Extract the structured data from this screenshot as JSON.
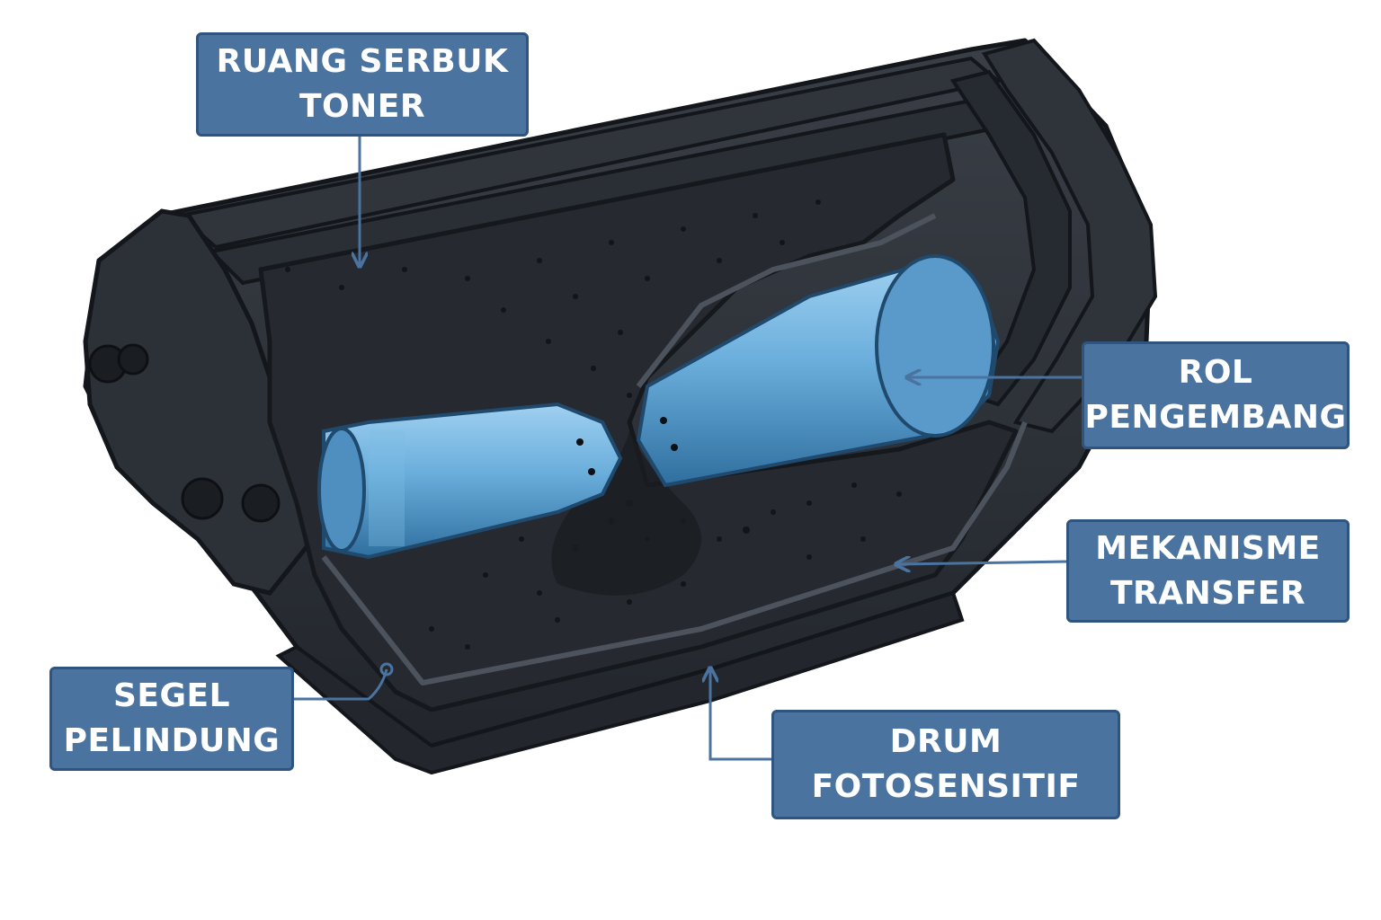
{
  "labels": {
    "toner_chamber": [
      "RUANG SERBUK",
      "TONER"
    ],
    "developer_roller": [
      "ROL",
      "PENGEMBANG"
    ],
    "transfer_mechanism": [
      "MEKANISME",
      "TRANSFER"
    ],
    "protective_seal": [
      "SEGEL",
      "PELINDUNG"
    ],
    "photosensitive_drum": [
      "DRUM",
      "FOTOSENSITIF"
    ]
  },
  "colors": {
    "callout_fill": "#4a73a0",
    "callout_border": "#2f5480",
    "leader_line": "#4a73a0",
    "cartridge_body": "#2b2f36",
    "cartridge_edge": "#13161b",
    "roller": "#6aaedc",
    "toner_powder": "#1e2126"
  }
}
